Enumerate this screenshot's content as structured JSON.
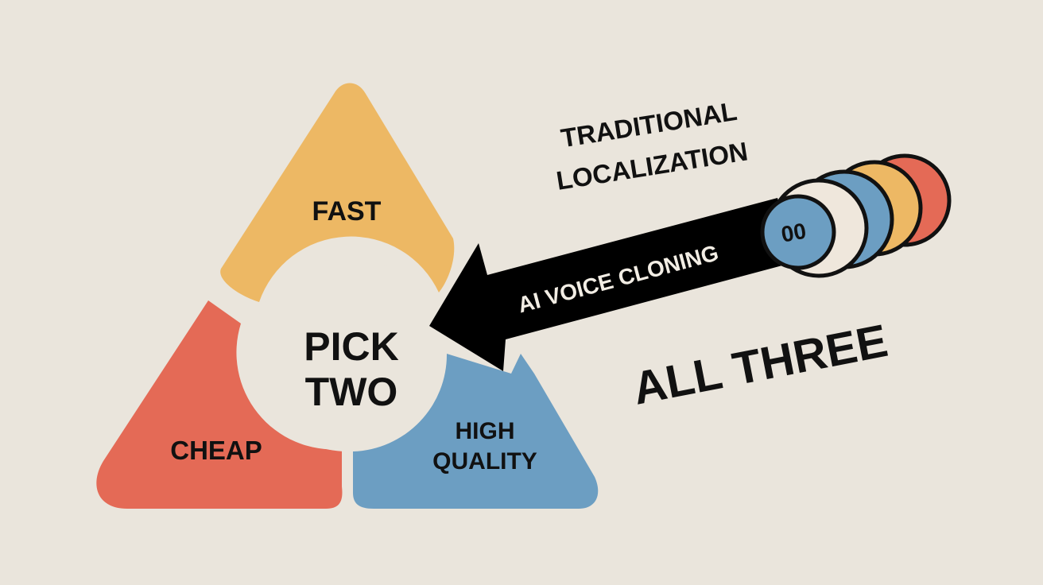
{
  "diagram": {
    "segments": {
      "fast": {
        "label": "FAST",
        "color": "#EDB864"
      },
      "cheap": {
        "label": "CHEAP",
        "color": "#E46A56"
      },
      "quality": {
        "line1": "HIGH",
        "line2": "QUALITY",
        "color": "#6C9EC2"
      }
    },
    "center": {
      "line1": "PICK",
      "line2": "TWO",
      "color": "#EAE5DC"
    },
    "heading": {
      "line1": "TRADITIONAL",
      "line2": "LOCALIZATION"
    },
    "arrow": {
      "label": "AI VOICE CLONING",
      "color": "#000000"
    },
    "badge": {
      "label": "00"
    },
    "discs": {
      "colors": [
        "#E46A56",
        "#EDB864",
        "#6C9EC2",
        "#EFE7DC",
        "#6C9EC2"
      ]
    },
    "result": {
      "label": "ALL THREE"
    },
    "ink": "#111111"
  }
}
